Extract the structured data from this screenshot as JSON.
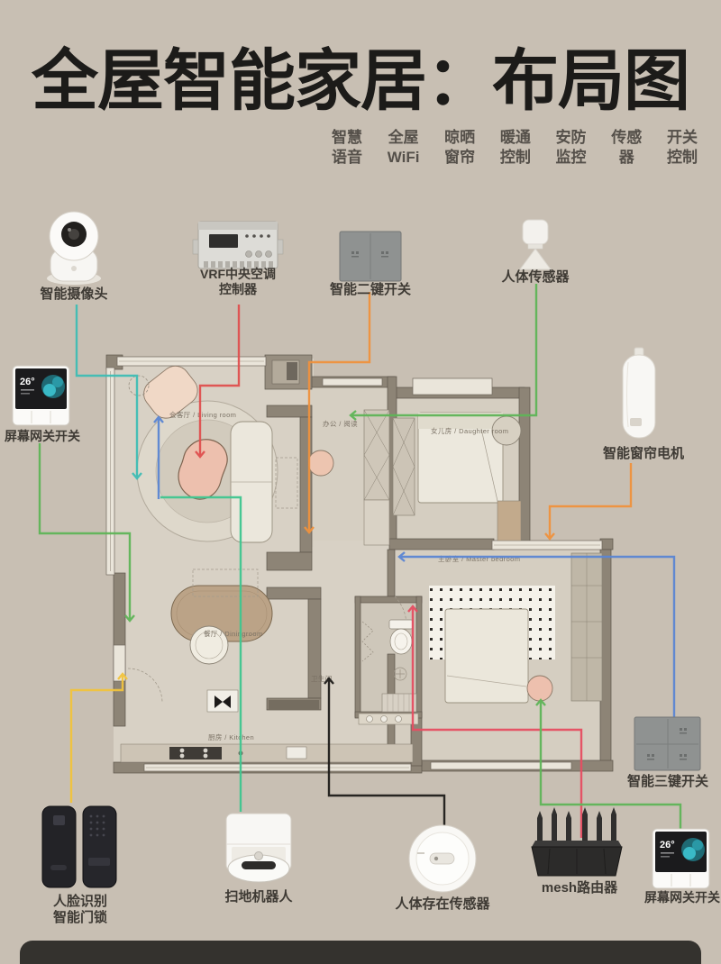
{
  "title": "全屋智能家居：布局图",
  "tags": [
    {
      "top": "智慧",
      "bottom": "语音"
    },
    {
      "top": "全屋",
      "bottom": "WiFi"
    },
    {
      "top": "晾晒",
      "bottom": "窗帘"
    },
    {
      "top": "暖通",
      "bottom": "控制"
    },
    {
      "top": "安防",
      "bottom": "监控"
    },
    {
      "top": "传感",
      "bottom": "器"
    },
    {
      "top": "开关",
      "bottom": "控制"
    }
  ],
  "devices": {
    "camera": {
      "label": "智能摄像头"
    },
    "vrf_controller": {
      "label_line1": "VRF中央空调",
      "label_line2": "控制器"
    },
    "switch_2key": {
      "label": "智能二键开关"
    },
    "motion_sensor": {
      "label": "人体传感器"
    },
    "screen_gateway_left": {
      "label": "屏幕网关开关",
      "screen_temp": "26°"
    },
    "curtain_motor": {
      "label": "智能窗帘电机"
    },
    "switch_3key": {
      "label": "智能三键开关"
    },
    "door_lock": {
      "label_line1": "人脸识别",
      "label_line2": "智能门锁"
    },
    "robot_vacuum": {
      "label": "扫地机器人"
    },
    "presence_sensor": {
      "label": "人体存在传感器"
    },
    "mesh_router": {
      "label": "mesh路由器"
    },
    "screen_gateway_right": {
      "label": "屏幕网关开关",
      "screen_temp": "26°"
    }
  },
  "floorplan": {
    "rooms": {
      "living": "会客厅 / Living room",
      "office": "办公 / 阅读",
      "daughter": "女儿房 / Daughter room",
      "master": "主卧室 / Master bedroom",
      "dining": "餐厅 / Diningroom",
      "bathroom": "卫生间",
      "kitchen": "厨房 / Kitchen"
    }
  },
  "colors": {
    "background": "#c8bfb3",
    "title": "#1c1b19",
    "line_teal": "#3fbdb5",
    "line_red": "#e0504f",
    "line_orange": "#f0923e",
    "line_green": "#5fb558",
    "line_mint": "#3fc690",
    "line_blue": "#5b86d3",
    "line_yellow": "#f2c43d",
    "line_black": "#1f1d1b",
    "line_crimson": "#e64e62"
  }
}
